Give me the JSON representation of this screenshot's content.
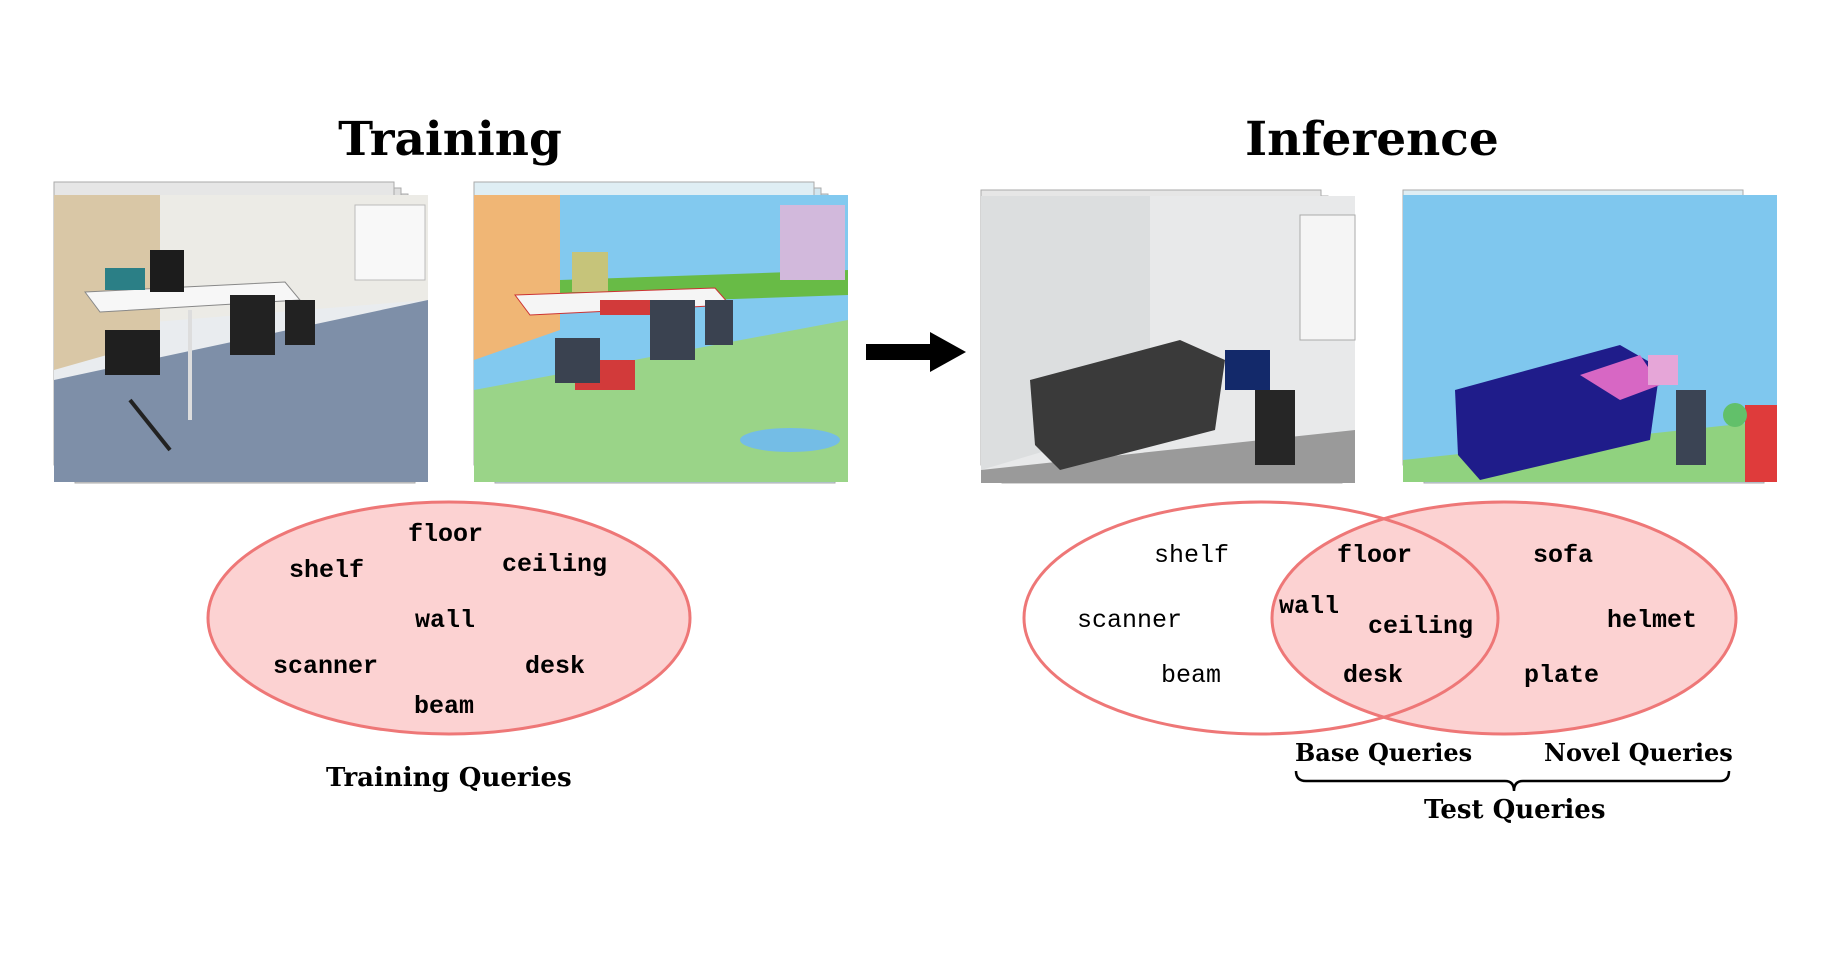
{
  "training": {
    "title": "Training",
    "queries": [
      "floor",
      "shelf",
      "ceiling",
      "wall",
      "scanner",
      "desk",
      "beam"
    ],
    "caption": "Training Queries"
  },
  "inference": {
    "title": "Inference",
    "base_only": [
      "shelf",
      "scanner",
      "beam"
    ],
    "shared": [
      "floor",
      "wall",
      "ceiling",
      "desk"
    ],
    "novel": [
      "sofa",
      "helmet",
      "plate"
    ],
    "base_caption": "Base Queries",
    "novel_caption": "Novel Queries",
    "test_caption": "Test Queries"
  },
  "colors": {
    "ellipse_fill": "#fcd2d2",
    "ellipse_stroke": "#ee7777",
    "wall_blue": "#7fc7ee",
    "floor_green": "#8fd27d",
    "sofa_navy": "#1f1c8a",
    "arrow": "#000000"
  }
}
